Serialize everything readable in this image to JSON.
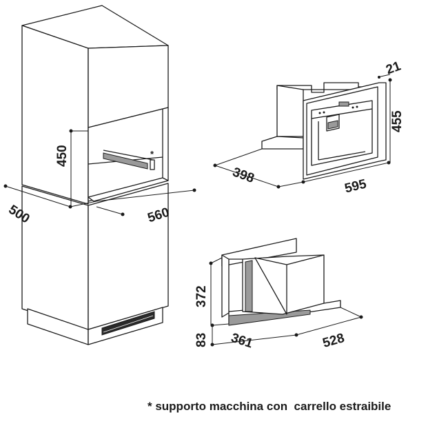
{
  "dimensions": {
    "cabinet_depth": "500",
    "cabinet_width": "560",
    "niche_height": "450",
    "marker": "*",
    "appliance_width": "595",
    "appliance_height": "455",
    "frame_depth": "21",
    "appliance_depth": "398",
    "body_height": "372",
    "body_depth": "361",
    "body_width": "528",
    "base_height": "83"
  },
  "footnote": "* supporto macchina con  carrello estraibile"
}
